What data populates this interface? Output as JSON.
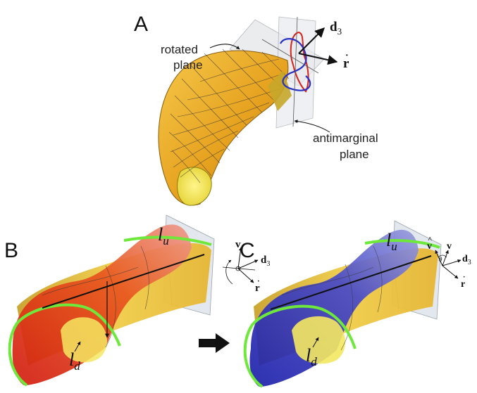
{
  "panels": {
    "a": {
      "letter": "A",
      "label_rotated_line1": "rotated",
      "label_rotated_line2": "plane",
      "label_anti_line1": "antimarginal",
      "label_anti_line2": "plane",
      "vec_d3": "d",
      "vec_d3_sub": "3",
      "vec_rdot": "r"
    },
    "b": {
      "letter": "B",
      "lu": "l",
      "lu_sub": "u",
      "ld": "l",
      "ld_sub": "d",
      "vec_v": "v",
      "vec_d3": "d",
      "vec_d3_sub": "3",
      "vec_rdot": "r"
    },
    "c": {
      "letter": "C",
      "lu": "l",
      "lu_sub": "u",
      "ld": "l",
      "ld_sub": "d",
      "vec_vhat": "v",
      "vec_v": "v",
      "theta": "θ",
      "vec_d3": "d",
      "vec_d3_sub": "3",
      "vec_rdot": "r"
    }
  },
  "colors": {
    "shell_gold": "#e8a825",
    "shell_yellow": "#f3e35a",
    "edge_green": "#7ef03c",
    "wave_red": "#e0281a",
    "wave_blue": "#2a2fbf",
    "plane_gray": "#d8dde4"
  }
}
